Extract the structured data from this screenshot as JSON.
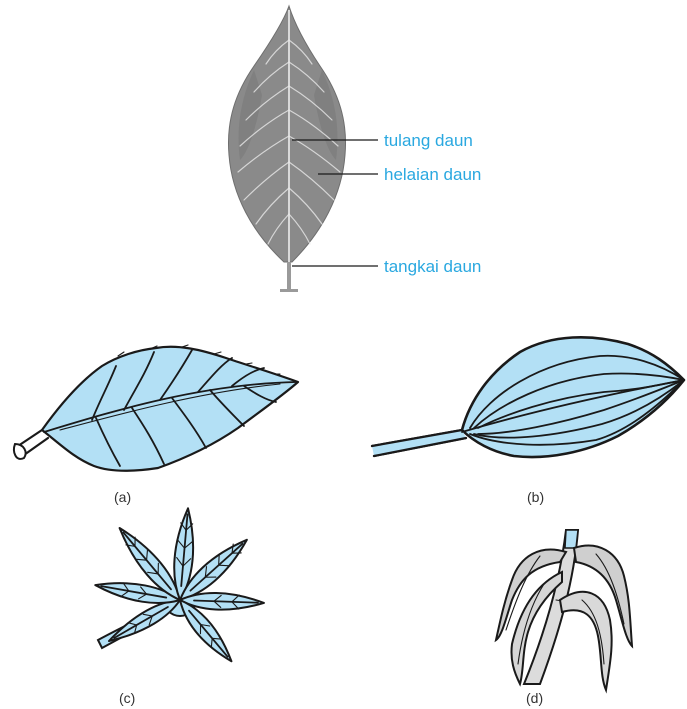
{
  "anatomy": {
    "labels": {
      "midrib": "tulang daun",
      "blade": "helaian daun",
      "petiole": "tangkai daun"
    }
  },
  "figures": {
    "a": "(a)",
    "b": "(b)",
    "c": "(c)",
    "d": "(d)"
  },
  "colors": {
    "label_blue": "#2aa8e0",
    "leaf_fill": "#b3e0f5",
    "photo_leaf": "#8a8a8a"
  }
}
